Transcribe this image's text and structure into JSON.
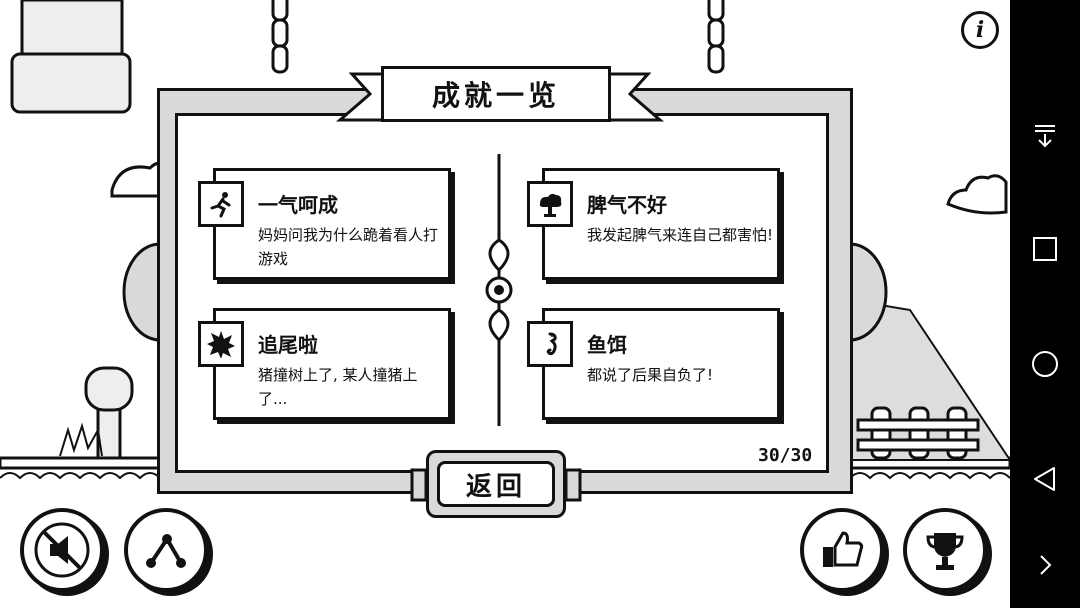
{
  "header": {
    "title": "成就一览"
  },
  "info_button": {
    "label": "i"
  },
  "achievements": [
    {
      "title": "一气呵成",
      "description": "妈妈问我为什么跪着看人打游戏",
      "icon": "running-man-icon"
    },
    {
      "title": "脾气不好",
      "description": "我发起脾气来连自己都害怕!",
      "icon": "explosion-cloud-icon"
    },
    {
      "title": "追尾啦",
      "description": "猪撞树上了, 某人撞猪上了...",
      "icon": "crash-burst-icon"
    },
    {
      "title": "鱼饵",
      "description": "都说了后果自负了!",
      "icon": "seahorse-icon"
    }
  ],
  "progress": {
    "count_text": "30/30"
  },
  "back_button": {
    "label": "返回"
  },
  "bottom_buttons": {
    "left": [
      "sound-muted-icon",
      "share-icon"
    ],
    "right": [
      "thumbs-up-icon",
      "trophy-icon"
    ]
  },
  "system_nav": [
    "notification-pulldown-icon",
    "recent-apps-icon",
    "home-icon",
    "back-icon",
    "next-icon"
  ],
  "colors": {
    "ink": "#111111",
    "panel_gray": "#d9d9d9",
    "paper": "#ffffff",
    "nav_bar": "#000000"
  }
}
